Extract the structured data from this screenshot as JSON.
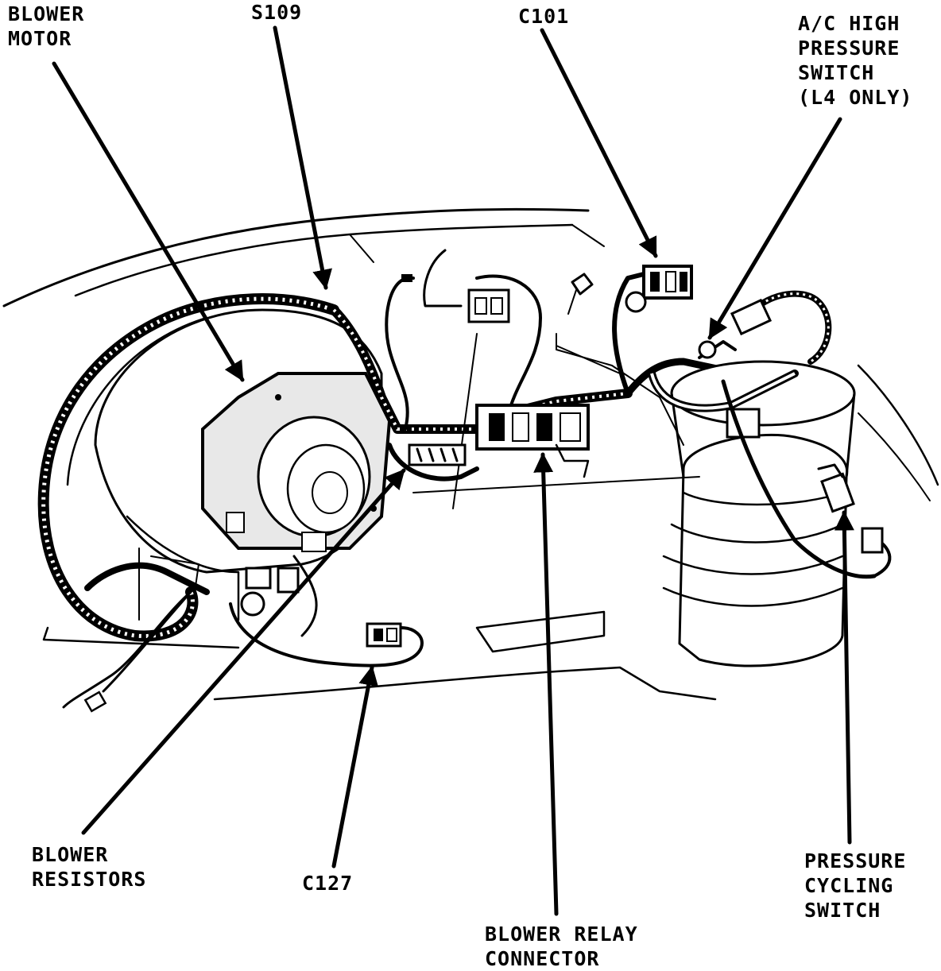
{
  "labels": {
    "blower_motor": [
      "BLOWER",
      "MOTOR"
    ],
    "s109": "S109",
    "c101": "C101",
    "ac_high_pressure_switch": [
      "A/C HIGH",
      "PRESSURE",
      "SWITCH",
      "(L4 ONLY)"
    ],
    "blower_resistors": [
      "BLOWER",
      "RESISTORS"
    ],
    "c127": "C127",
    "blower_relay_connector": [
      "BLOWER RELAY",
      "CONNECTOR"
    ],
    "pressure_cycling_switch": [
      "PRESSURE",
      "CYCLING",
      "SWITCH"
    ]
  },
  "colors": {
    "ink": "#000000",
    "background": "#ffffff"
  }
}
